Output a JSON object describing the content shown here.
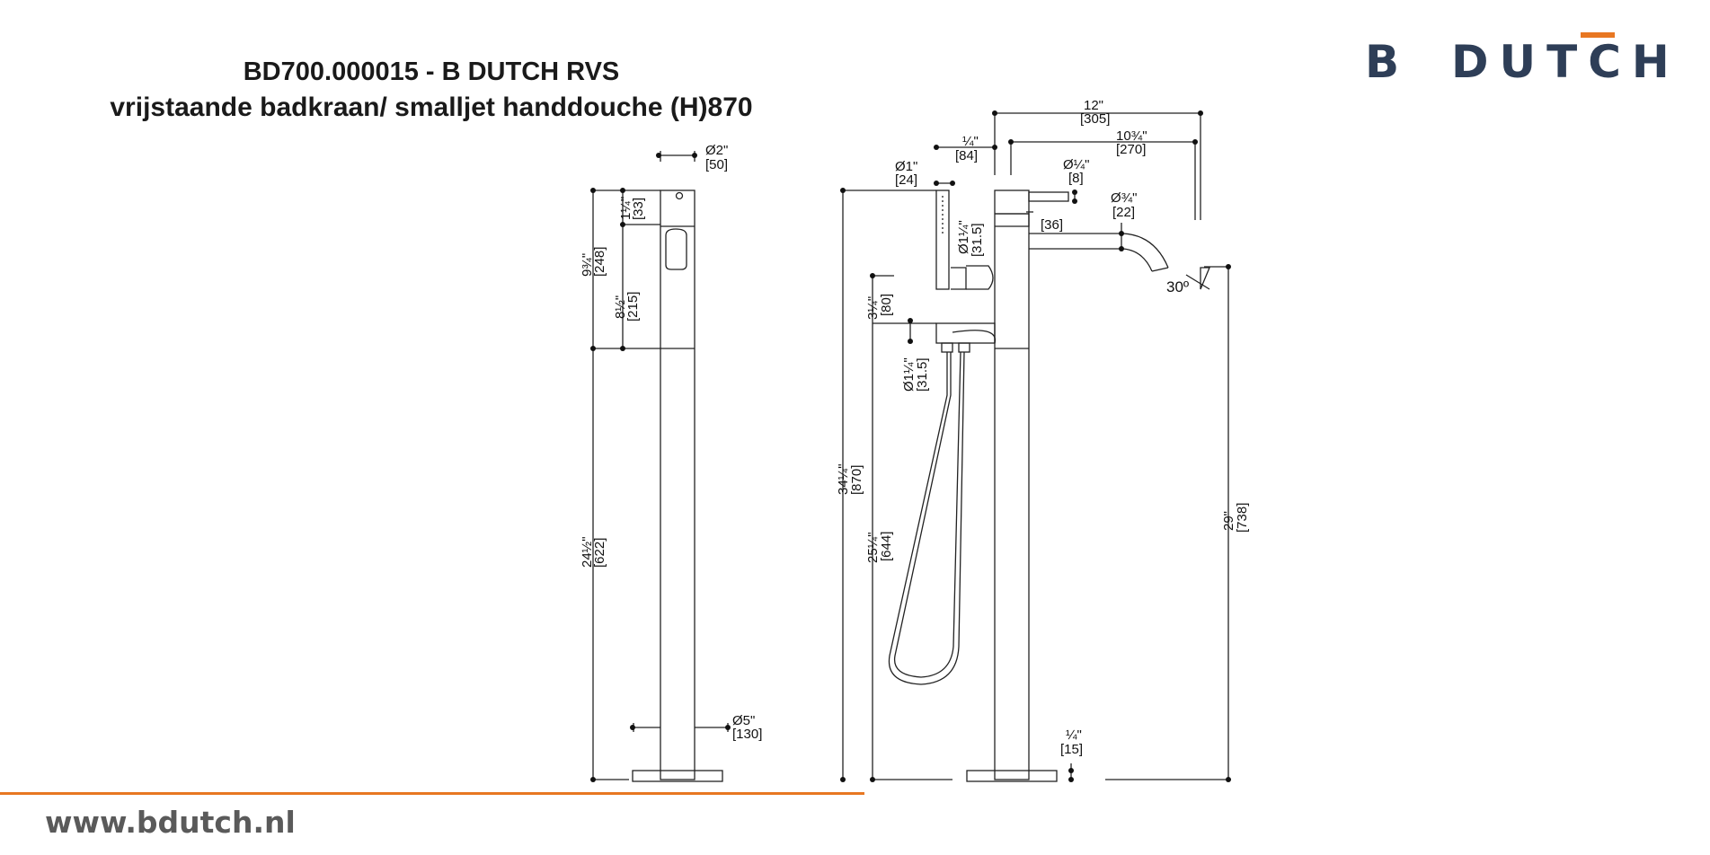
{
  "header": {
    "title_line1": "BD700.000015 - B DUTCH RVS",
    "title_line2": "vrijstaande badkraan/ smalljet handdouche (H)870"
  },
  "logo": {
    "letters_b": "B",
    "letters_dutch": "DUTCH",
    "text_color": "#2e3e57",
    "accent": "#e87722"
  },
  "footer": {
    "website": "www.bdutch.nl",
    "line_color": "#e87722"
  },
  "dimensions": {
    "front_d2": [
      "Ø2\"",
      "[50]"
    ],
    "front_d5": [
      "Ø5\"",
      "[130]"
    ],
    "front_1q": [
      "1¼\"",
      "[33]"
    ],
    "front_9q": [
      "9¾\"",
      "[248]"
    ],
    "front_8h": [
      "8½\"",
      "[215]"
    ],
    "front_24h": [
      "24½\"",
      "[622]"
    ],
    "side_12": [
      "12\"",
      "[305]"
    ],
    "side_1034": [
      "10¾\"",
      "[270]"
    ],
    "side_q84": [
      "¼\"",
      "[84]"
    ],
    "side_d1": [
      "Ø1\"",
      "[24]"
    ],
    "side_dq": [
      "Ø¼\"",
      "[8]"
    ],
    "side_36": "[36]",
    "side_d34": [
      "Ø¾\"",
      "[22]"
    ],
    "side_d114a": [
      "Ø1¼\"",
      "[31.5]"
    ],
    "side_d114b": [
      "Ø1¼\"",
      "[31.5]"
    ],
    "side_314": [
      "3¼\"",
      "[80]"
    ],
    "side_3414": [
      "34¼\"",
      "[870]"
    ],
    "side_2514": [
      "25¼\"",
      "[644]"
    ],
    "side_29": [
      "29\"",
      "[738]"
    ],
    "side_q15": [
      "¼\"",
      "[15]"
    ],
    "angle": "30º"
  }
}
